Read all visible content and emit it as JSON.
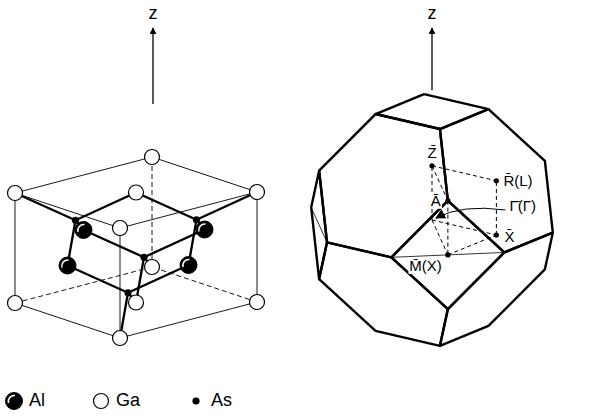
{
  "diagram": {
    "labels": [
      "z",
      "z",
      "Z̄",
      "R̄(L)",
      "Ā",
      "Γ̄(Γ)",
      "X̄",
      "M̄(X)"
    ],
    "legend": [
      {
        "text": "Al"
      },
      {
        "text": "Ga"
      },
      {
        "text": "As"
      }
    ]
  }
}
